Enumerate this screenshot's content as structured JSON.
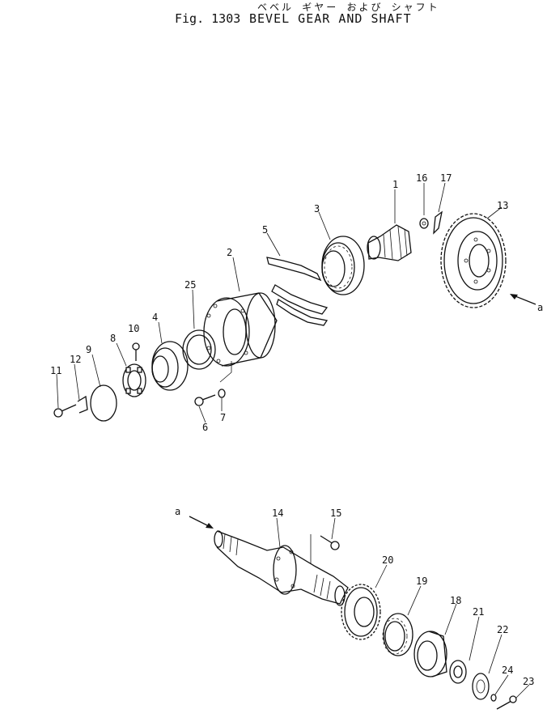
{
  "header": {
    "japanese_title": "ベベル ギヤー および シャフト",
    "figure_number": "Fig. 1303",
    "title": "BEVEL GEAR AND SHAFT"
  },
  "callouts": {
    "c1": "1",
    "c2": "2",
    "c3": "3",
    "c4": "4",
    "c5": "5",
    "c6": "6",
    "c7": "7",
    "c8": "8",
    "c9": "9",
    "c10": "10",
    "c11": "11",
    "c12": "12",
    "c13": "13",
    "c14": "14",
    "c15": "15",
    "c16": "16",
    "c17": "17",
    "c18": "18",
    "c19": "19",
    "c20": "20",
    "c21": "21",
    "c22": "22",
    "c23": "23",
    "c24": "24",
    "c25": "25"
  },
  "connectors": {
    "upper": "a",
    "lower": "a"
  }
}
